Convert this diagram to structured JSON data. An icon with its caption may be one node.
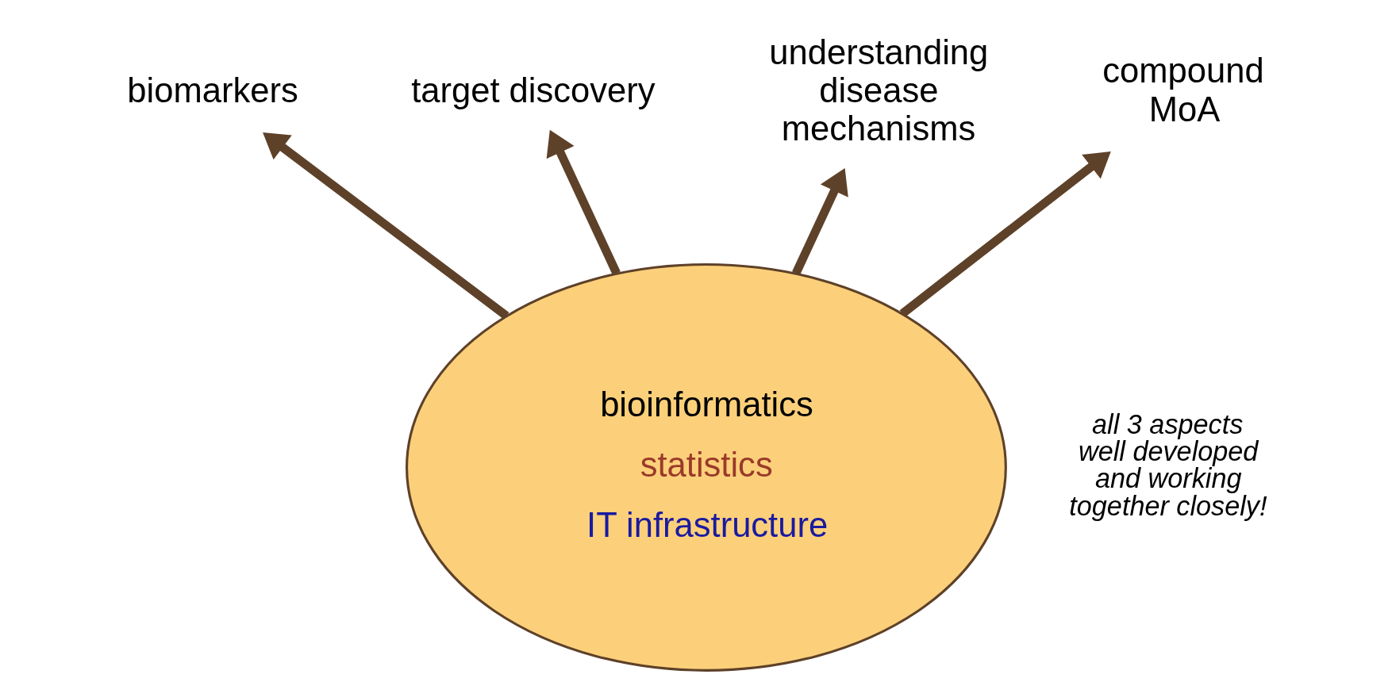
{
  "diagram": {
    "nodes": [
      {
        "text": [
          "bioinformatics",
          "statistics",
          "IT infrastructure"
        ]
      },
      {
        "text": [
          "biomarkers"
        ]
      },
      {
        "text": [
          "target discovery"
        ]
      },
      {
        "text": [
          "understanding disease mechanisms"
        ]
      },
      {
        "text": [
          "compound MoA"
        ]
      }
    ],
    "edges": [
      {
        "from": 0,
        "to": 1,
        "arrow": "to"
      },
      {
        "from": 0,
        "to": 2,
        "arrow": "to"
      },
      {
        "from": 0,
        "to": 3,
        "arrow": "to"
      },
      {
        "from": 0,
        "to": 4,
        "arrow": "to"
      }
    ],
    "labels": [
      "all 3 aspects well developed and working together closely!"
    ]
  }
}
